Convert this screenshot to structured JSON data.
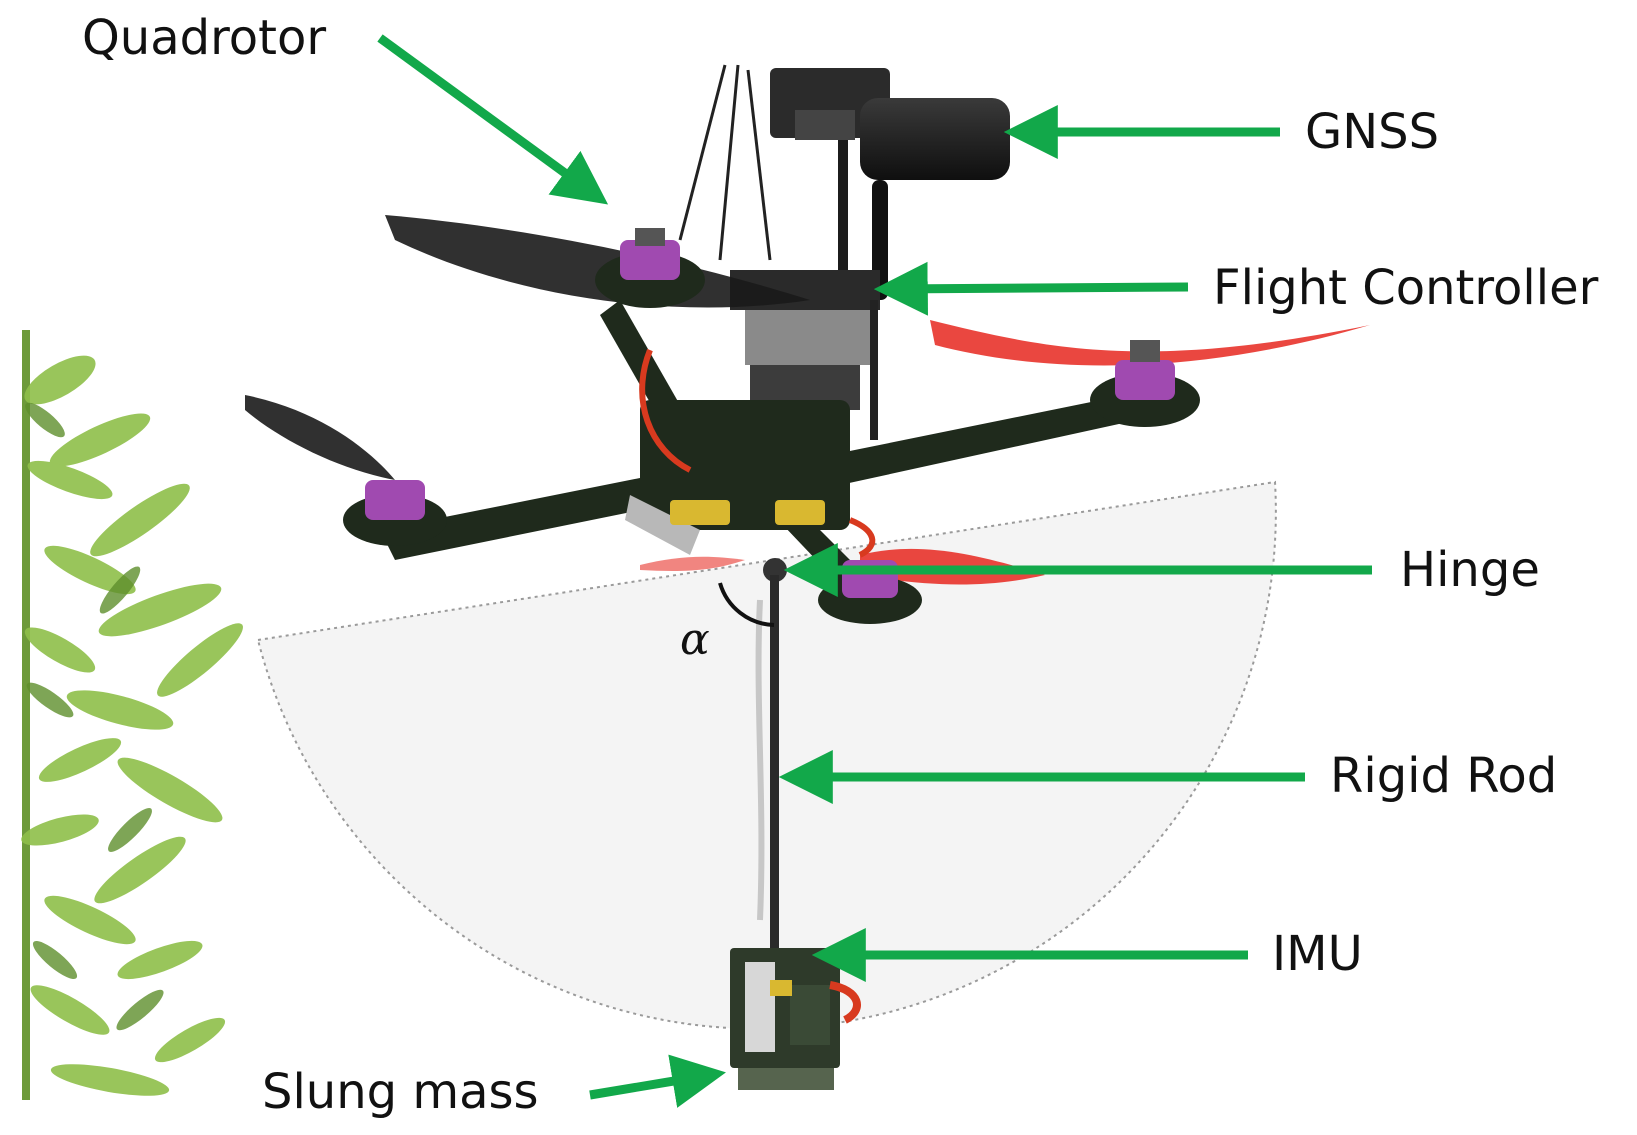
{
  "labels": {
    "quadrotor": "Quadrotor",
    "gnss": "GNSS",
    "flight_controller": "Flight Controller",
    "hinge": "Hinge",
    "rigid_rod": "Rigid Rod",
    "imu": "IMU",
    "slung_mass": "Slung mass",
    "angle": "α"
  },
  "colors": {
    "arrow": "#12a84a",
    "text": "#111111",
    "frame": "#1f2a1c",
    "motor": "#a04ab0",
    "propeller_dark": "#1a1a1a",
    "propeller_red": "#e8332b",
    "foliage": "#8fbf4a",
    "swing_area": "#f4f4f4"
  }
}
